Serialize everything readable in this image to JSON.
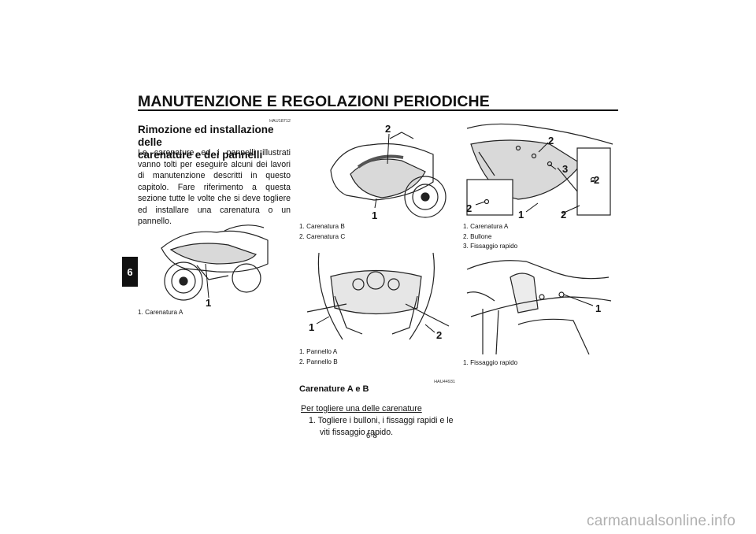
{
  "header": {
    "title": "MANUTENZIONE E REGOLAZIONI PERIODICHE",
    "chapter": "6"
  },
  "section": {
    "code": "HAU18712",
    "title_line1": "Rimozione ed installazione delle",
    "title_line2": "carenature e dei pannelli",
    "body": "Le carenature ed i pannelli illustrati vanno tolti per eseguire alcuni dei lavori di manutenzione descritti in questo capitolo. Fare riferimento a questa sezione tutte le volte che si deve togliere ed installare una carenatura o un pannello."
  },
  "figures": {
    "fig1": {
      "callouts": [
        "1"
      ],
      "captions": [
        "1. Carenatura A"
      ]
    },
    "fig2": {
      "callouts": [
        "2",
        "1"
      ],
      "captions": [
        "1. Carenatura B",
        "2. Carenatura C"
      ]
    },
    "fig3": {
      "callouts": [
        "1",
        "2"
      ],
      "captions": [
        "1. Pannello A",
        "2. Pannello B"
      ]
    },
    "fig4": {
      "callouts": [
        "2",
        "3",
        "2",
        "2",
        "1",
        "2"
      ],
      "captions": [
        "1. Carenatura A",
        "2. Bullone",
        "3. Fissaggio rapido"
      ]
    },
    "fig5": {
      "callouts": [
        "1"
      ],
      "captions": [
        "1. Fissaggio rapido"
      ]
    }
  },
  "subsection": {
    "code": "HAU44931",
    "title": "Carenature A e B",
    "procedure_title": "Per togliere una delle carenature",
    "step1_num": "1.",
    "step1_line1": "Togliere i bulloni, i fissaggi rapidi e le",
    "step1_line2": "viti fissaggio rapido."
  },
  "page_number": "6-8",
  "footer": {
    "watermark": "carmanualsonline.info"
  }
}
